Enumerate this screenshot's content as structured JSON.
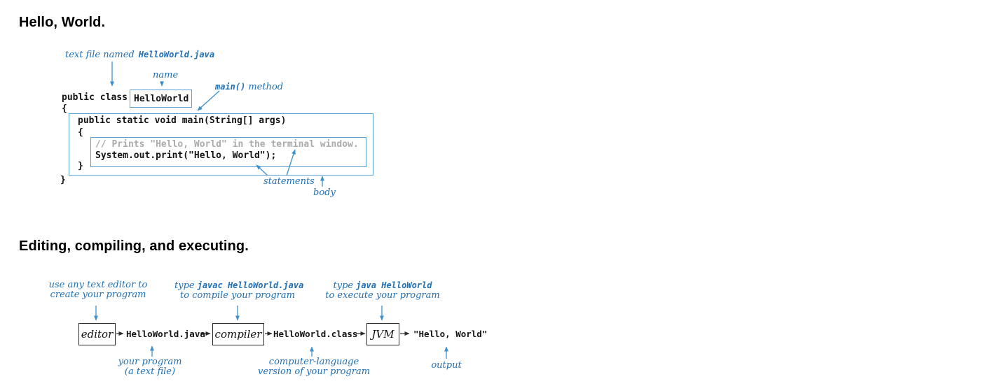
{
  "colors": {
    "annotation_blue": "#1E6FB5",
    "arrow_blue": "#3E8FCC",
    "box_blue": "#5FA0D0",
    "comment_gray": "#ABABAB",
    "code_black": "#141414",
    "flow_black": "#2B2B2B"
  },
  "section1": {
    "heading": "Hello, World.",
    "file_label": {
      "prefix": "text file named",
      "filename": "HelloWorld.java"
    },
    "name_label": "name",
    "main_method_label": {
      "mono": "main()",
      "suffix": "method"
    },
    "code": {
      "class_keyword": "public class",
      "class_name": "HelloWorld",
      "class_open_brace": "{",
      "main_signature": "public static void main(String[] args)",
      "main_open_brace": "{",
      "comment": "// Prints \"Hello, World\" in the terminal window.",
      "print_statement": "System.out.print(\"Hello, World\");",
      "main_close_brace": "}",
      "class_close_brace": "}"
    },
    "statements_label": "statements",
    "body_label": "body"
  },
  "section2": {
    "heading": "Editing, compiling, and executing.",
    "editor_label": {
      "line1": "use any text editor to",
      "line2": "create your program"
    },
    "compile_label": {
      "prefix": "type",
      "command": "javac HelloWorld.java",
      "line2": "to compile your program"
    },
    "execute_label": {
      "prefix": "type",
      "command": "java HelloWorld",
      "line2": "to execute your program"
    },
    "flow": {
      "editor": "editor",
      "java_file": "HelloWorld.java",
      "compiler": "compiler",
      "class_file": "HelloWorld.class",
      "jvm": "JVM",
      "output": "\"Hello, World\""
    },
    "program_label": {
      "line1": "your program",
      "line2": "(a text file)"
    },
    "class_file_label": {
      "line1": "computer-language",
      "line2": "version of your program"
    },
    "output_label": "output"
  }
}
